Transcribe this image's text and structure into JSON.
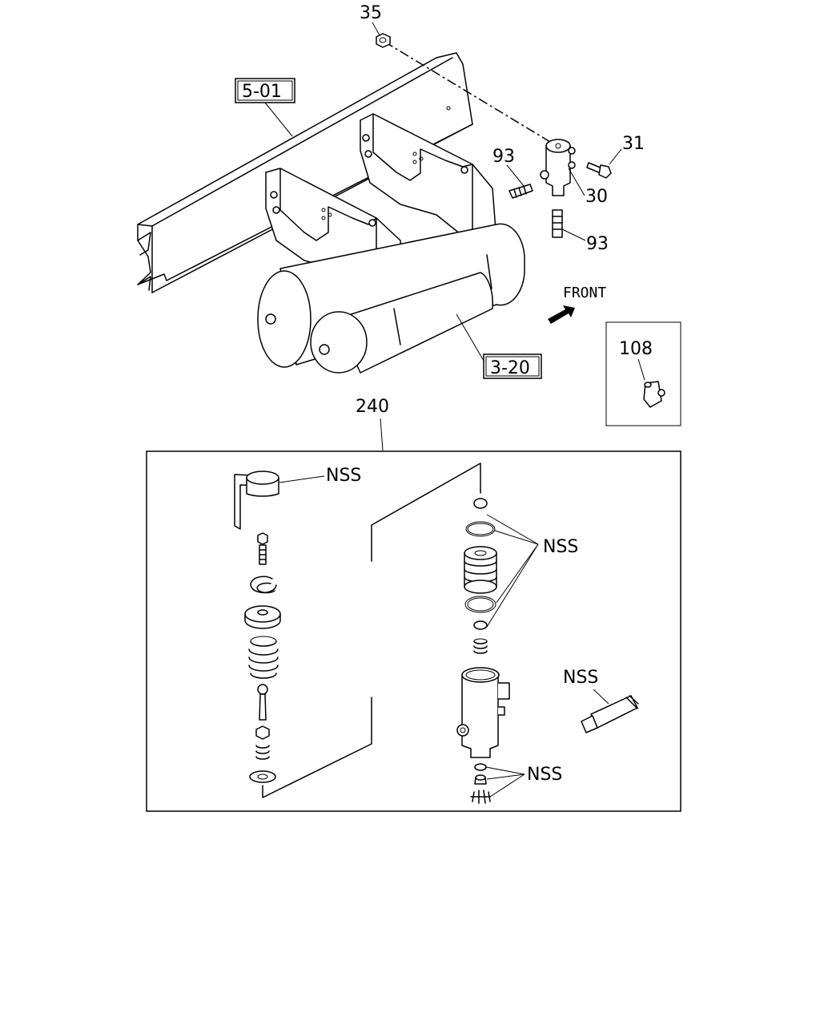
{
  "callouts": {
    "c35": "35",
    "c31": "31",
    "c93a": "93",
    "c30": "30",
    "c93b": "93",
    "c108": "108",
    "c240": "240"
  },
  "refs": {
    "r501": "5-01",
    "r320": "3-20"
  },
  "front_label": "FRONT",
  "nss": {
    "n1": "NSS",
    "n2": "NSS",
    "n3": "NSS",
    "n4": "NSS"
  }
}
